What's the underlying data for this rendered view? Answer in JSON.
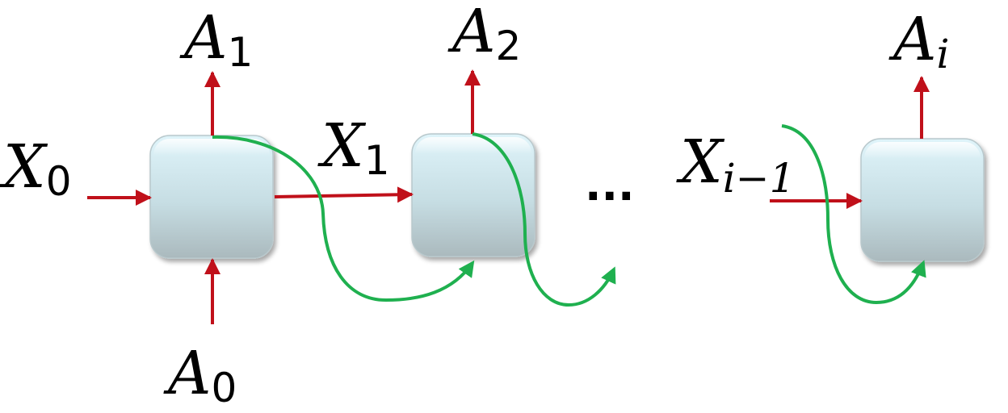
{
  "colors": {
    "arrow": "#c0101a",
    "recurrent_curve": "#1fb04f",
    "cell_top": "#dff4fa",
    "cell_bottom": "#aab9bd",
    "text": "#000000"
  },
  "cells": [
    {
      "id": "cell-1"
    },
    {
      "id": "cell-2"
    },
    {
      "id": "cell-i"
    }
  ],
  "labels": {
    "x0": {
      "base": "X",
      "sub": "0"
    },
    "x1": {
      "base": "X",
      "sub": "1"
    },
    "x_im1": {
      "base": "X",
      "sub": "i−1"
    },
    "a0": {
      "base": "A",
      "sub": "0"
    },
    "a1": {
      "base": "A",
      "sub": "1"
    },
    "a2": {
      "base": "A",
      "sub": "2"
    },
    "ai": {
      "base": "A",
      "sub": "i"
    }
  },
  "ellipsis": "..."
}
